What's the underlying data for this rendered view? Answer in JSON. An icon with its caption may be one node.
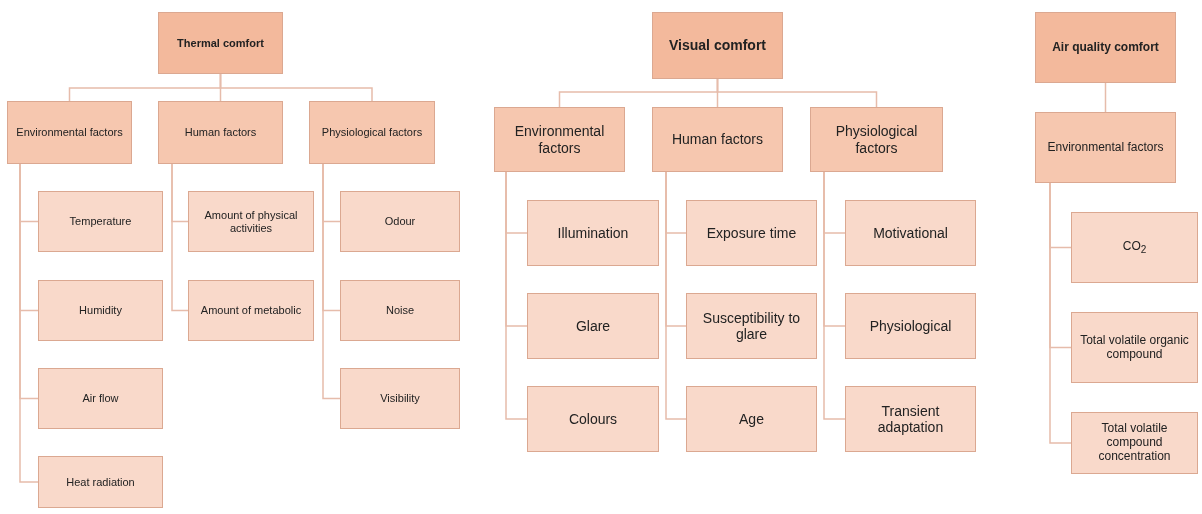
{
  "diagram": {
    "nodes": [
      {
        "text": [
          "Thermal comfort"
        ]
      },
      {
        "text": [
          "Environmental factors"
        ]
      },
      {
        "text": [
          "Human factors"
        ]
      },
      {
        "text": [
          "Physiological factors"
        ]
      },
      {
        "text": [
          "Temperature"
        ]
      },
      {
        "text": [
          "Humidity"
        ]
      },
      {
        "text": [
          "Air flow"
        ]
      },
      {
        "text": [
          "Heat radiation"
        ]
      },
      {
        "text": [
          "Amount of physical activities"
        ]
      },
      {
        "text": [
          "Amount of metabolic"
        ]
      },
      {
        "text": [
          "Odour"
        ]
      },
      {
        "text": [
          "Noise"
        ]
      },
      {
        "text": [
          "Visibility"
        ]
      },
      {
        "text": [
          "Visual comfort"
        ]
      },
      {
        "text": [
          "Environmental factors"
        ]
      },
      {
        "text": [
          "Human factors"
        ]
      },
      {
        "text": [
          "Physiological factors"
        ]
      },
      {
        "text": [
          "Illumination"
        ]
      },
      {
        "text": [
          "Glare"
        ]
      },
      {
        "text": [
          "Colours"
        ]
      },
      {
        "text": [
          "Exposure time"
        ]
      },
      {
        "text": [
          "Susceptibility to glare"
        ]
      },
      {
        "text": [
          "Age"
        ]
      },
      {
        "text": [
          "Motivational"
        ]
      },
      {
        "text": [
          "Physiological"
        ]
      },
      {
        "text": [
          "Transient adaptation"
        ]
      },
      {
        "text": [
          "Air quality comfort"
        ]
      },
      {
        "text": [
          "Environmental factors"
        ]
      },
      {
        "text": [
          "CO$_{2}$"
        ]
      },
      {
        "text": [
          "Total volatile organic compound"
        ]
      },
      {
        "text": [
          "Total volatile compound concentration"
        ]
      }
    ],
    "edges": [
      {
        "from": 0,
        "to": 1,
        "arrow": "none"
      },
      {
        "from": 0,
        "to": 2,
        "arrow": "none"
      },
      {
        "from": 0,
        "to": 3,
        "arrow": "none"
      },
      {
        "from": 1,
        "to": 4,
        "arrow": "none"
      },
      {
        "from": 1,
        "to": 5,
        "arrow": "none"
      },
      {
        "from": 1,
        "to": 6,
        "arrow": "none"
      },
      {
        "from": 1,
        "to": 7,
        "arrow": "none"
      },
      {
        "from": 2,
        "to": 8,
        "arrow": "none"
      },
      {
        "from": 2,
        "to": 9,
        "arrow": "none"
      },
      {
        "from": 3,
        "to": 10,
        "arrow": "none"
      },
      {
        "from": 3,
        "to": 11,
        "arrow": "none"
      },
      {
        "from": 3,
        "to": 12,
        "arrow": "none"
      },
      {
        "from": 13,
        "to": 14,
        "arrow": "none"
      },
      {
        "from": 13,
        "to": 15,
        "arrow": "none"
      },
      {
        "from": 13,
        "to": 16,
        "arrow": "none"
      },
      {
        "from": 14,
        "to": 17,
        "arrow": "none"
      },
      {
        "from": 14,
        "to": 18,
        "arrow": "none"
      },
      {
        "from": 14,
        "to": 19,
        "arrow": "none"
      },
      {
        "from": 15,
        "to": 20,
        "arrow": "none"
      },
      {
        "from": 15,
        "to": 21,
        "arrow": "none"
      },
      {
        "from": 15,
        "to": 22,
        "arrow": "none"
      },
      {
        "from": 16,
        "to": 23,
        "arrow": "none"
      },
      {
        "from": 16,
        "to": 24,
        "arrow": "none"
      },
      {
        "from": 16,
        "to": 25,
        "arrow": "none"
      },
      {
        "from": 26,
        "to": 27,
        "arrow": "none"
      },
      {
        "from": 27,
        "to": 28,
        "arrow": "none"
      },
      {
        "from": 27,
        "to": 29,
        "arrow": "none"
      },
      {
        "from": 27,
        "to": 30,
        "arrow": "none"
      }
    ]
  }
}
